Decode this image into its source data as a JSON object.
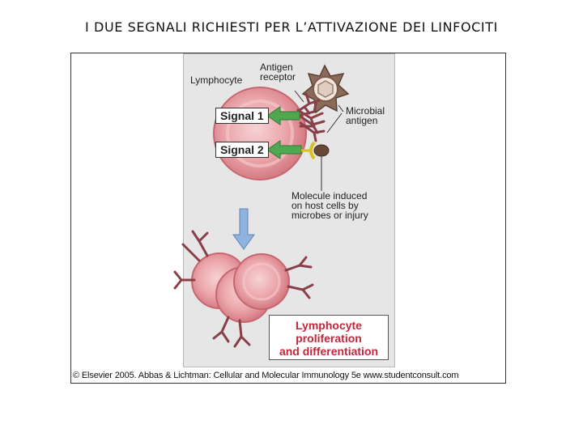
{
  "slide": {
    "title": "I DUE SEGNALI RICHIESTI PER L’ATTIVAZIONE DEI LINFOCITI"
  },
  "figure": {
    "lymphocyte_label": "Lymphocyte",
    "antigen_receptor_label": [
      "Antigen",
      "receptor"
    ],
    "microbial_antigen_label": [
      "Microbial",
      "antigen"
    ],
    "signal1_label": "Signal 1",
    "signal2_label": "Signal 2",
    "molecule_label": [
      "Molecule induced",
      "on host cells by",
      "microbes or injury"
    ],
    "result_label": [
      "Lymphocyte",
      "proliferation",
      "and differentiation"
    ],
    "caption": "© Elsevier 2005. Abbas & Lichtman: Cellular and Molecular Immunology 5e www.studentconsult.com"
  },
  "colors": {
    "cell_pink": "#e8a0a4",
    "cell_dark": "#c76670",
    "receptor": "#8a3e48",
    "signal_arrow": "#4fa84f",
    "costim_yellow": "#d8c020",
    "flow_arrow": "#8fb3dc",
    "result_text": "#c0283a"
  }
}
